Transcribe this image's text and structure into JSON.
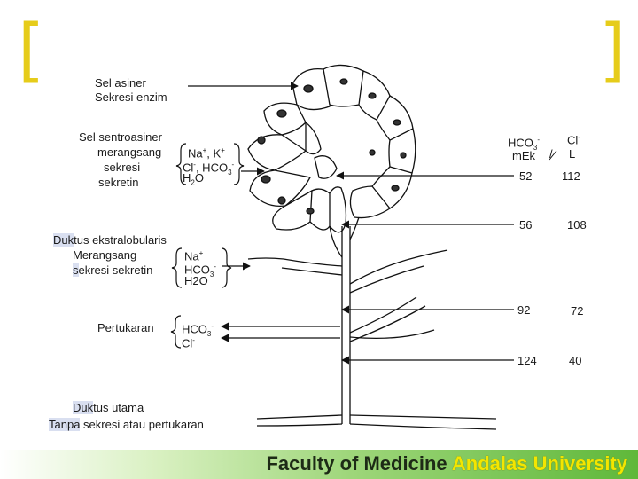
{
  "decor": {
    "bracket_left": "[",
    "bracket_right": "]",
    "accent_color": "#e6cc1a"
  },
  "labels": {
    "sel_asiner": "Sel asiner",
    "sekresi_enzim": "Sekresi enzim",
    "sel_sentroasiner": "Sel sentroasiner",
    "merangsang": "merangsang",
    "sekresi": "sekresi",
    "sekretin": "sekretin",
    "ion1_a": "Na",
    "ion1_a_sup": "+",
    "ion1_b": ", K",
    "ion1_b_sup": "+",
    "ion2_a": "Cl",
    "ion2_a_sup": "-",
    "ion2_b": ", HCO",
    "ion2_b_sub": "3",
    "ion2_b_sup": "-",
    "ion3": "H",
    "ion3_sub": "2",
    "ion3_end": "O",
    "duktus_ekstra_hl": "Duk",
    "duktus_ekstra": "tus ekstralobularis",
    "merangsang2": "Merangsang",
    "sekresi_sekretin_hl": "s",
    "sekresi_sekretin": "ekresi sekretin",
    "na2": "Na",
    "na2_sup": "+",
    "hco2": "HCO",
    "hco2_sub": "3",
    "hco2_sup": "-",
    "h2o2": "H2O",
    "pertukaran": "Pertukaran",
    "hco3": "HCO",
    "hco3_sub": "3",
    "hco3_sup": "-",
    "cl3": "Cl",
    "cl3_sup": "-",
    "duktus_utama_hl": "Duk",
    "duktus_utama": "tus utama",
    "tanpa_hl": "Tanpa",
    "tanpa_rest": " sekresi atau pertukaran"
  },
  "table": {
    "header_left": "HCO",
    "header_left_sub": "3",
    "header_left_sup": "-",
    "header_right": "Cl",
    "header_right_sup": "-",
    "unit_left": "mEk",
    "unit_sep": "/",
    "unit_right": "L",
    "rows": [
      {
        "hco3": "52",
        "cl": "112"
      },
      {
        "hco3": "56",
        "cl": "108"
      },
      {
        "hco3": "92",
        "cl": "72"
      },
      {
        "hco3": "124",
        "cl": "40"
      }
    ]
  },
  "footer": {
    "part1": "Faculty of Medicine ",
    "part2": "Andalas University"
  }
}
